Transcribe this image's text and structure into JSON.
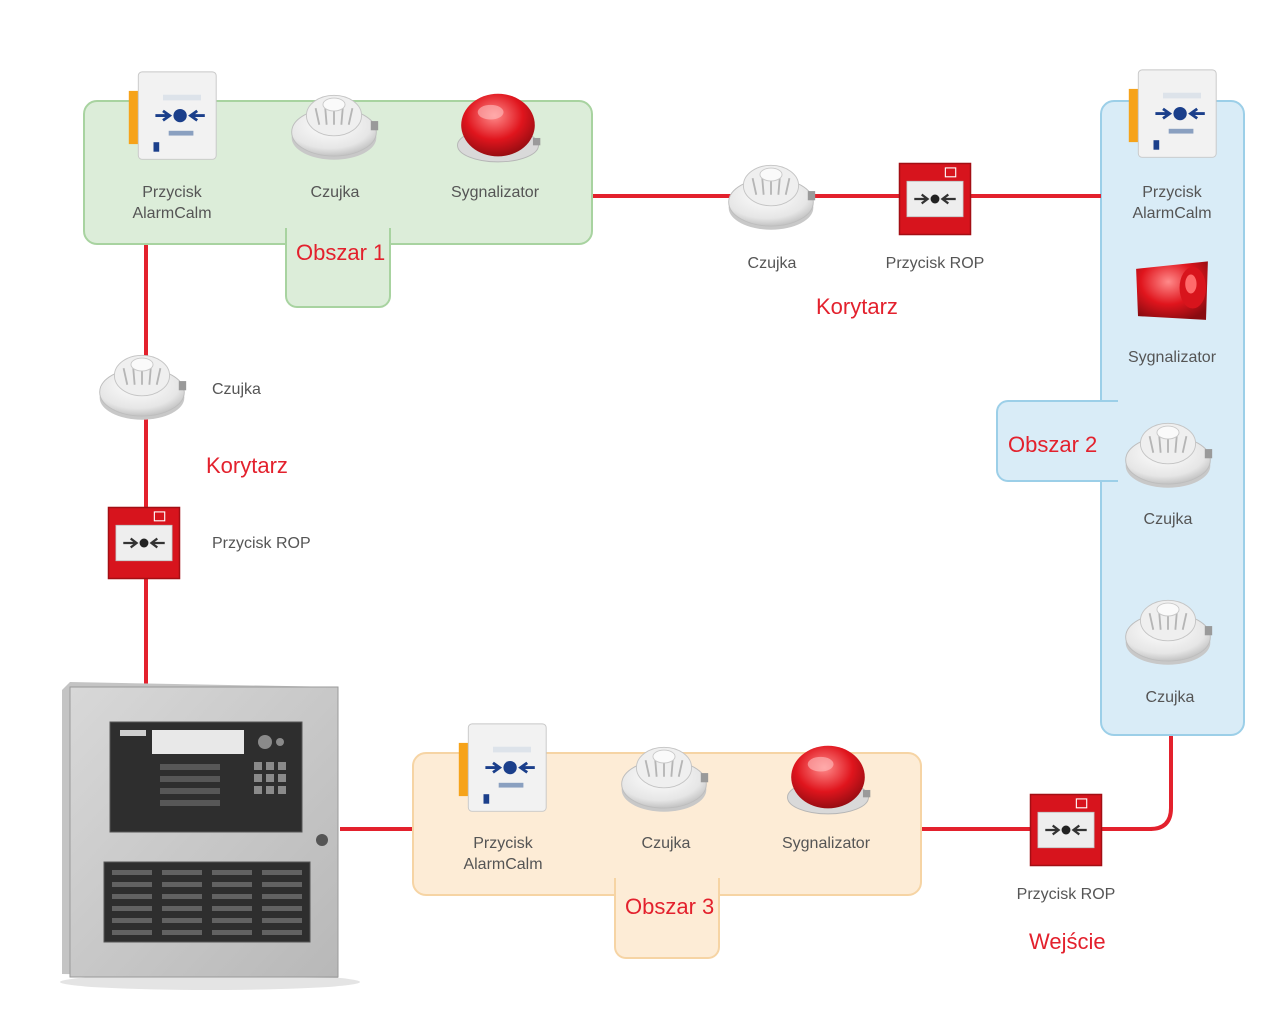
{
  "zones": {
    "area1": "Obszar 1",
    "area2": "Obszar 2",
    "area3": "Obszar 3"
  },
  "location_labels": {
    "corridor_top": "Korytarz",
    "corridor_left": "Korytarz",
    "entrance": "Wejście"
  },
  "device_labels": {
    "alarmcalm_line1": "Przycisk",
    "alarmcalm_line2": "AlarmCalm",
    "detector": "Czujka",
    "sounder": "Sygnalizator",
    "rop": "Przycisk ROP"
  },
  "colors": {
    "wire": "#e3212d",
    "area_text": "#e3212d",
    "zone1_fill": "#dcedd9",
    "zone2_fill": "#d9ecf7",
    "zone3_fill": "#fdecd6"
  }
}
